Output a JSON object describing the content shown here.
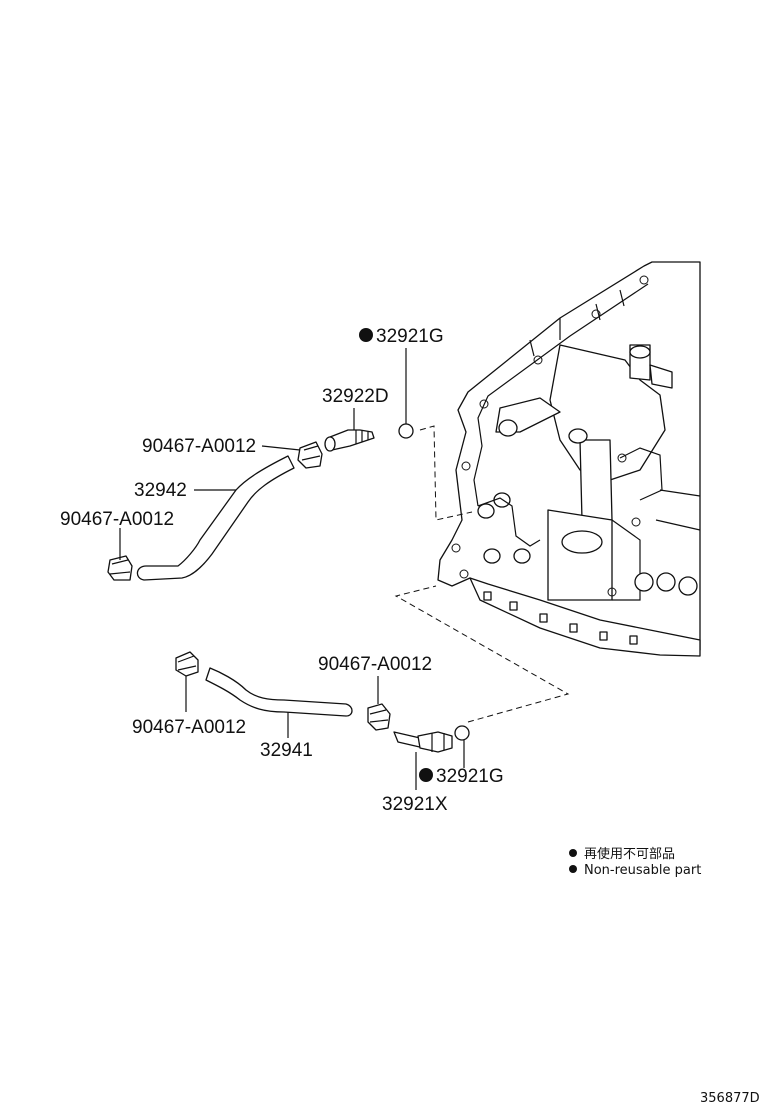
{
  "labels": {
    "p32921g_top": "32921G",
    "p32922d": "32922D",
    "p90467_a": "90467-A0012",
    "p32942": "32942",
    "p90467_b": "90467-A0012",
    "p90467_c": "90467-A0012",
    "p90467_d": "90467-A0012",
    "p32941": "32941",
    "p32921g_bottom": "32921G",
    "p32921x": "32921X"
  },
  "legend": {
    "line1": "再使用不可部品",
    "line2": "Non-reusable part"
  },
  "figure_id": "356877D",
  "colors": {
    "ink": "#111111",
    "background": "#ffffff"
  }
}
